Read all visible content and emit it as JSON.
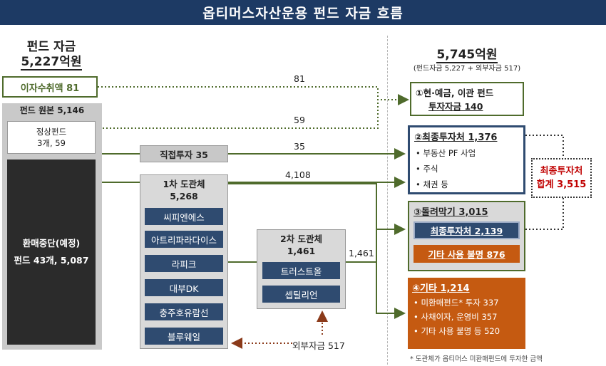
{
  "title": "옵티머스자산운용 펀드 자금 흐름",
  "left": {
    "heading_line1": "펀드 자금",
    "heading_line2": "5,227억원",
    "interest": "이자수취액 81",
    "principal": "펀드 원본 5,146",
    "normal_fund_line1": "정상펀드",
    "normal_fund_line2": "3개, 59",
    "suspended_line1": "환매중단(예정)",
    "suspended_line2": "펀드 43개, 5,087"
  },
  "middle": {
    "direct": "직접투자 35",
    "conduit1_title": "1차 도관체",
    "conduit1_amount": "5,268",
    "conduit1_items": [
      "씨피엔에스",
      "아트리파라다이스",
      "라피크",
      "대부DK",
      "충주호유람선",
      "블루웨일"
    ],
    "conduit2_title": "2차 도관체",
    "conduit2_amount": "1,461",
    "conduit2_items": [
      "트러스트올",
      "셉틸리언"
    ],
    "external": "외부자금 517"
  },
  "flows": {
    "f81": "81",
    "f59": "59",
    "f35": "35",
    "f4108": "4,108",
    "f1461": "1,461"
  },
  "right": {
    "heading": "5,745억원",
    "subheading": "(펀드자금 5,227 + 외부자금 517)",
    "r1_line1": "①현·예금, 이관 펀드",
    "r1_line2": "투자자금 140",
    "r2_title": "②최종투자처 1,376",
    "r2_items": [
      "•  부동산 PF 사업",
      "•  주식",
      "•  채권 등"
    ],
    "r3_title": "③돌려막기 3,015",
    "r3_sub1": "최종투자처 2,139",
    "r3_sub2": "기타 사용 불명 876",
    "r4_title": "④기타 1,214",
    "r4_items": [
      "•  미환매펀드* 투자 337",
      "•  사채이자, 운영비 357",
      "•  기타 사용 불명 등 520"
    ],
    "total_line1": "최종투자처",
    "total_line2": "합계 3,515",
    "footnote": "* 도관체가 옵티머스 미환매펀드에 투자한 금액"
  },
  "colors": {
    "title_bg": "#1d3a64",
    "flow_green": "#4f6b2c",
    "navy": "#2f4b70",
    "orange": "#c55a11",
    "total_red": "#c00000",
    "external_brown": "#8b3a1a"
  }
}
